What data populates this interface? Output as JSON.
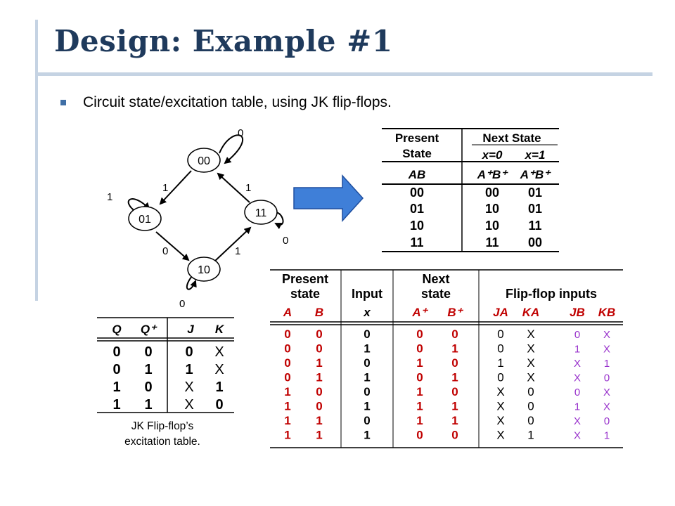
{
  "slide": {
    "title": "Design: Example #1",
    "bullet": "Circuit state/excitation table, using JK flip-flops."
  },
  "state_diagram": {
    "states": [
      "00",
      "01",
      "11",
      "10"
    ],
    "labels": {
      "s00_self": "0",
      "s00_to_01": "1",
      "s01_self": "1",
      "s01_to_10": "0",
      "s10_self": "0",
      "s10_to_11": "1",
      "s11_self": "0",
      "s11_to_00": "1"
    }
  },
  "state_table": {
    "header_present_1": "Present",
    "header_present_2": "State",
    "header_next": "Next State",
    "header_x0": "x=0",
    "header_x1": "x=1",
    "header_ab": "AB",
    "header_apbp": "A⁺B⁺",
    "rows": [
      {
        "present": "00",
        "x0": "00",
        "x1": "01"
      },
      {
        "present": "01",
        "x0": "10",
        "x1": "01"
      },
      {
        "present": "10",
        "x0": "10",
        "x1": "11"
      },
      {
        "present": "11",
        "x0": "11",
        "x1": "00"
      }
    ]
  },
  "jk_table": {
    "headers": [
      "Q",
      "Q⁺",
      "J",
      "K"
    ],
    "rows": [
      [
        "0",
        "0",
        "0",
        "X"
      ],
      [
        "0",
        "1",
        "1",
        "X"
      ],
      [
        "1",
        "0",
        "X",
        "1"
      ],
      [
        "1",
        "1",
        "X",
        "0"
      ]
    ],
    "caption_line1": "JK Flip-flop’s",
    "caption_line2": "excitation table."
  },
  "excitation_table": {
    "group_present_1": "Present",
    "group_present_2": "state",
    "group_input": "Input",
    "group_next_1": "Next",
    "group_next_2": "state",
    "group_ff": "Flip-flop inputs",
    "cols": [
      "A",
      "B",
      "x",
      "A⁺",
      "B⁺",
      "JA",
      "KA",
      "JB",
      "KB"
    ],
    "rows": [
      [
        "0",
        "0",
        "0",
        "0",
        "0",
        "0",
        "X",
        "0",
        "X"
      ],
      [
        "0",
        "0",
        "1",
        "0",
        "1",
        "0",
        "X",
        "1",
        "X"
      ],
      [
        "0",
        "1",
        "0",
        "1",
        "0",
        "1",
        "X",
        "X",
        "1"
      ],
      [
        "0",
        "1",
        "1",
        "0",
        "1",
        "0",
        "X",
        "X",
        "0"
      ],
      [
        "1",
        "0",
        "0",
        "1",
        "0",
        "X",
        "0",
        "0",
        "X"
      ],
      [
        "1",
        "0",
        "1",
        "1",
        "1",
        "X",
        "0",
        "1",
        "X"
      ],
      [
        "1",
        "1",
        "0",
        "1",
        "1",
        "X",
        "0",
        "X",
        "0"
      ],
      [
        "1",
        "1",
        "1",
        "0",
        "0",
        "X",
        "1",
        "X",
        "1"
      ]
    ]
  },
  "colors": {
    "title": "#1f3a5c",
    "accent_bar": "#c5d3e3",
    "bullet": "#3f6fa6",
    "table_values": "#c00000",
    "jb_kb_values": "#9933cc",
    "arrow_fill": "#3f7fd8",
    "arrow_stroke": "#1f4f9f"
  }
}
